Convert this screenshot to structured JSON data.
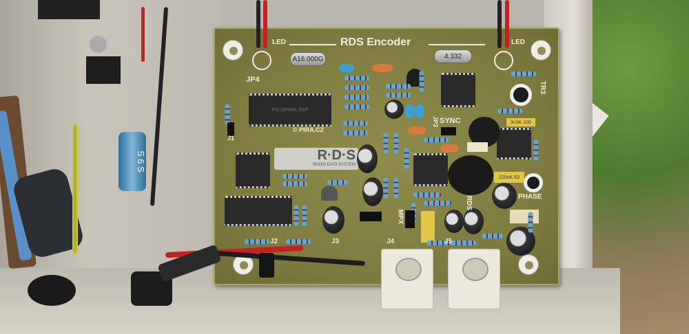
{
  "board": {
    "title": "RDS Encoder",
    "led_left": "LED",
    "led_right": "LED",
    "crystal_left": "A16.000G",
    "crystal_right": "4.332",
    "jp4": "JP4",
    "mcu": "PIC16F84A-20/P",
    "copyright": "© PIRA.CZ",
    "logo_main": "R·D·S",
    "logo_sub": "RADIO DATA SYSTEM",
    "sync": "SYNC",
    "jp3": "JP3",
    "tr3": "TR3",
    "phase": "PHASE",
    "mpx": "MPX",
    "rds": "RDS",
    "cap_220": "220nK 63",
    "cap_3n3": "3n3K 100",
    "j1": "J1",
    "j2": "J2",
    "j3": "J3",
    "j4": "J4",
    "j5": "J5",
    "capacitor_left": "S 6 S"
  },
  "colors": {
    "pcb": "#7d7a3f",
    "silkscreen": "#eeeedd",
    "resistor": "#5fa9d6"
  }
}
